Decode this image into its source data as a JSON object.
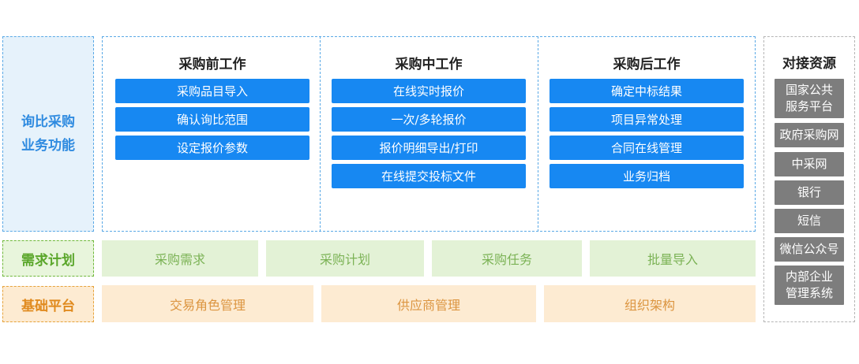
{
  "left_labels": {
    "business": "询比采购\n业务功能",
    "demand": "需求计划",
    "base": "基础平台"
  },
  "columns": [
    {
      "title": "采购前工作",
      "items": [
        "采购品目导入",
        "确认询比范围",
        "设定报价参数"
      ]
    },
    {
      "title": "采购中工作",
      "items": [
        "在线实时报价",
        "一次/多轮报价",
        "报价明细导出/打印",
        "在线提交投标文件"
      ]
    },
    {
      "title": "采购后工作",
      "items": [
        "确定中标结果",
        "项目异常处理",
        "合同在线管理",
        "业务归档"
      ]
    }
  ],
  "demand_row": [
    "采购需求",
    "采购计划",
    "采购任务",
    "批量导入"
  ],
  "base_row": [
    "交易角色管理",
    "供应商管理",
    "组织架构"
  ],
  "resources": {
    "title": "对接资源",
    "items": [
      "国家公共\n服务平台",
      "政府采购网",
      "中采网",
      "银行",
      "短信",
      "微信公众号",
      "内部企业\n管理系统"
    ]
  },
  "colors": {
    "blue_button": "#1788f2",
    "blue_border": "#5aa9e6",
    "green_bg": "#e3f2d6",
    "orange_bg": "#fdebd2",
    "gray_button": "#7d7d7d"
  }
}
